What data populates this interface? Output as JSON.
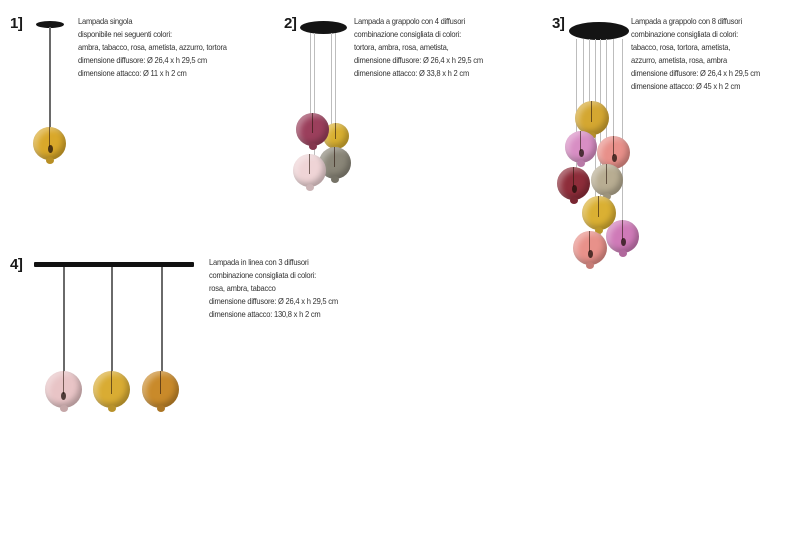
{
  "colors": {
    "ambra": "#d9a82a",
    "tabacco": "#c98a2a",
    "rosa": "#e49a98",
    "ametista": "#c47ab3",
    "ametista_scuro": "#8e2d4a",
    "tortora": "#b8ad92",
    "rosa_chiaro": "#efd4d6",
    "fume": "#8a8678",
    "canopy": "#141414",
    "text": "#333333"
  },
  "models": [
    {
      "number": "1]",
      "lines": [
        "Lampada singola",
        "disponibile nei seguenti colori:",
        "ambra, tabacco, rosa, ametista, azzurro, tortora",
        "dimensione diffusore: Ø 26,4 x h 29,5 cm",
        "dimensione attacco: Ø 11 x h 2 cm"
      ]
    },
    {
      "number": "2]",
      "lines": [
        "Lampada a grappolo con 4 diffusori",
        "combinazione consigliata di colori:",
        "tortora, ambra, rosa, ametista,",
        "dimensione diffusore: Ø 26,4 x h 29,5 cm",
        "dimensione attacco: Ø 33,8 x h 2 cm"
      ]
    },
    {
      "number": "3]",
      "lines": [
        "Lampada a grappolo con 8 diffusori",
        "combinazione consigliata di colori:",
        "tabacco, rosa, tortora, ametista,",
        "azzurro, ametista, rosa, ambra",
        "dimensione diffusore: Ø 26,4 x h 29,5 cm",
        "dimensione attacco: Ø 45 x h 2 cm"
      ]
    },
    {
      "number": "4]",
      "lines": [
        "Lampada in linea con 3 diffusori",
        "combinazione consigliata di colori:",
        "rosa, ambra, tabacco",
        "dimensione diffusore: Ø 26,4 x h 29,5 cm",
        "dimensione attacco: 130,8 x h 2 cm"
      ]
    }
  ]
}
